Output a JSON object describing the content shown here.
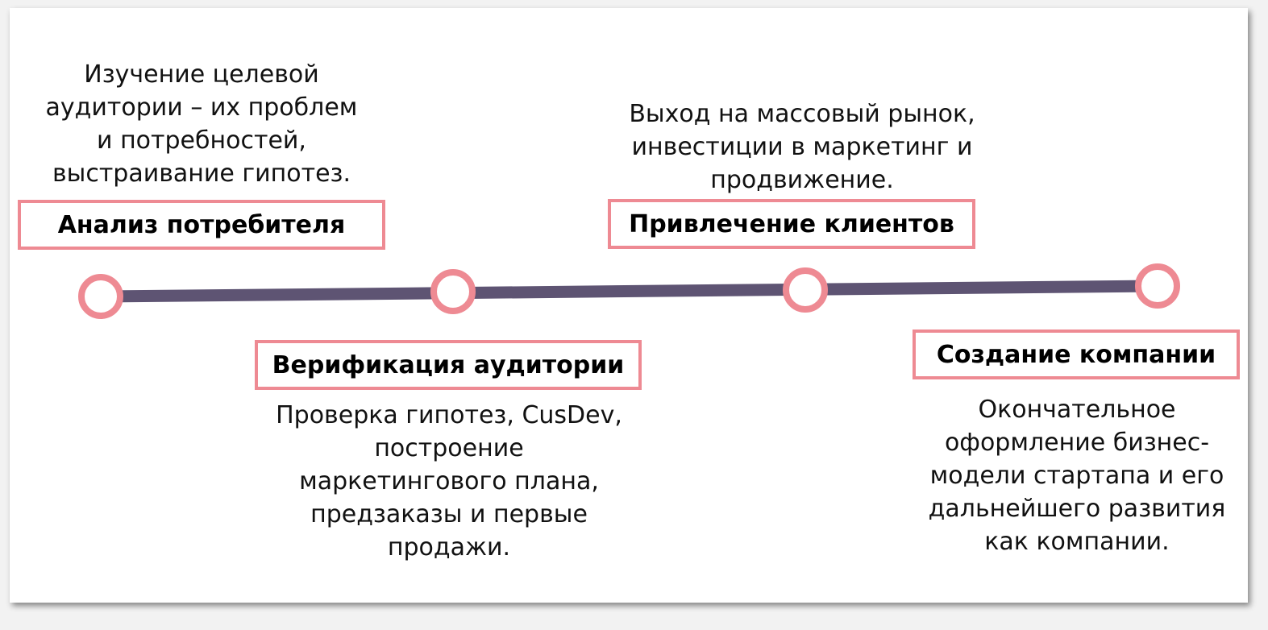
{
  "colors": {
    "line": "#5e5473",
    "node_ring": "#ee8a93",
    "box_border": "#ee8a93"
  },
  "stages": [
    {
      "title": "Анализ потребителя",
      "description": "Изучение целевой\nаудитории – их проблем\nи потребностей,\nвыстраивание гипотез."
    },
    {
      "title": "Верификация аудитории",
      "description": "Проверка гипотез, CusDev,\nпостроение\nмаркетингового плана,\nпредзаказы и первые\nпродажи."
    },
    {
      "title": "Привлечение клиентов",
      "description": "Выход на массовый рынок,\nинвестиции в маркетинг и\nпродвижение."
    },
    {
      "title": "Создание компании",
      "description": "Окончательное\nоформление бизнес-\nмодели стартапа и его\nдальнейшего развития\nкак компании."
    }
  ]
}
